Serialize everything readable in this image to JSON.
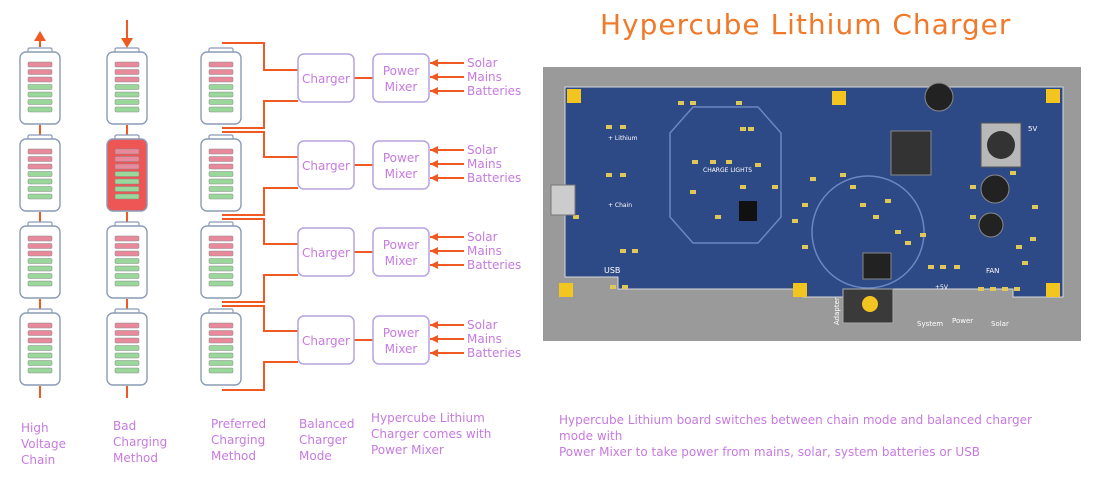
{
  "title": "Hypercube Lithium Charger",
  "columns": {
    "high_voltage": [
      "High",
      "Voltage",
      "Chain"
    ],
    "bad_charging": [
      "Bad",
      "Charging",
      "Method"
    ],
    "preferred": [
      "Preferred",
      "Charging",
      "Method"
    ],
    "balanced": [
      "Balanced",
      "Charger",
      "Mode"
    ],
    "hypercube": [
      "Hypercube Lithium",
      "Charger comes with",
      "Power Mixer"
    ]
  },
  "charger_label": "Charger",
  "mixer_label": [
    "Power",
    "Mixer"
  ],
  "inputs": [
    "Solar",
    "Mains",
    "Batteries"
  ],
  "footnote": [
    "Hypercube Lithium board switches between chain mode and balanced charger mode with",
    "Power Mixer to take power from mains, solar, system batteries or USB"
  ],
  "pcb_labels": {
    "lithium": "+ Lithium",
    "chain": "+ Chain",
    "charge_lights": "CHARGE LIGHTS",
    "usb": "USB",
    "fan": "FAN",
    "five_v": "5V",
    "plus_five_v": "+5V",
    "adapter": "Adapter",
    "system": "System",
    "power": "Power",
    "solar": "Solar"
  },
  "colors": {
    "wire": "#f05a22",
    "box": "#b6a3dc",
    "cell_red": "#e98a9c",
    "cell_green": "#9ad79a",
    "bad_cell": "#ee5656",
    "text": "#c77ae0",
    "title": "#f07a2a",
    "pcb": "#2e4a86"
  }
}
